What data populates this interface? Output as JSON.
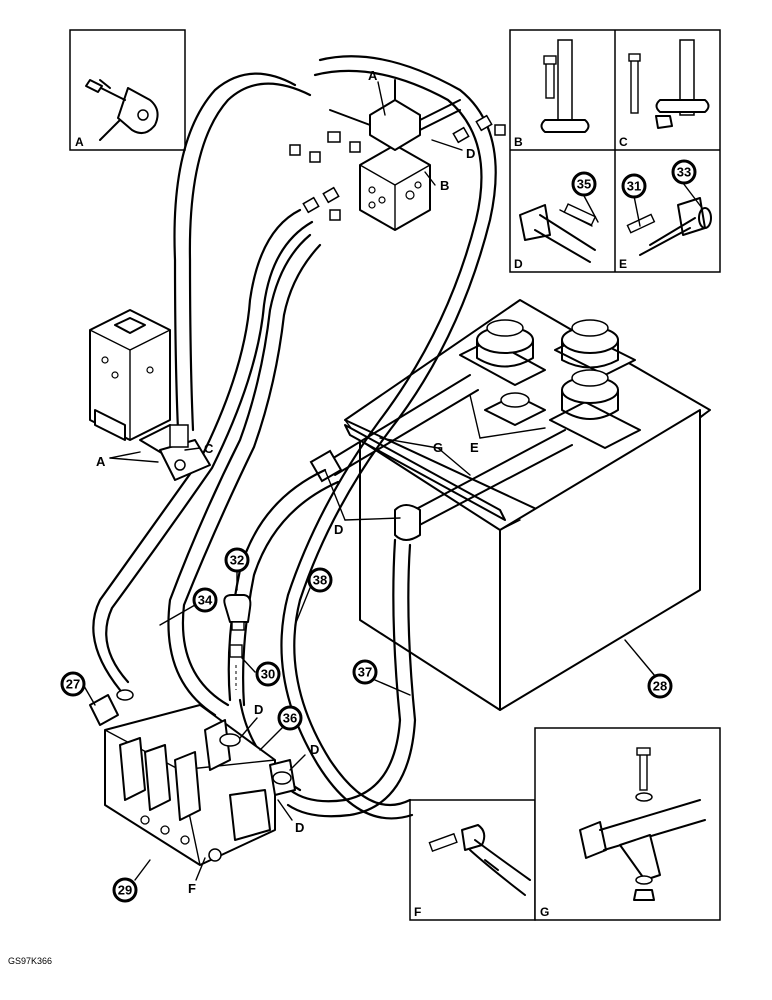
{
  "reference_code": "GS97K366",
  "callouts": {
    "n27": "27",
    "n28": "28",
    "n29": "29",
    "n30": "30",
    "n31": "31",
    "n32": "32",
    "n33": "33",
    "n34": "34",
    "n35": "35",
    "n36": "36",
    "n37": "37",
    "n38": "38"
  },
  "letters": {
    "A": "A",
    "B": "B",
    "C": "C",
    "D": "D",
    "E": "E",
    "F": "F",
    "G": "G"
  },
  "detail_panels": {
    "A": "A",
    "B": "B",
    "C": "C",
    "D": "D",
    "E": "E",
    "F": "F",
    "G": "G"
  }
}
